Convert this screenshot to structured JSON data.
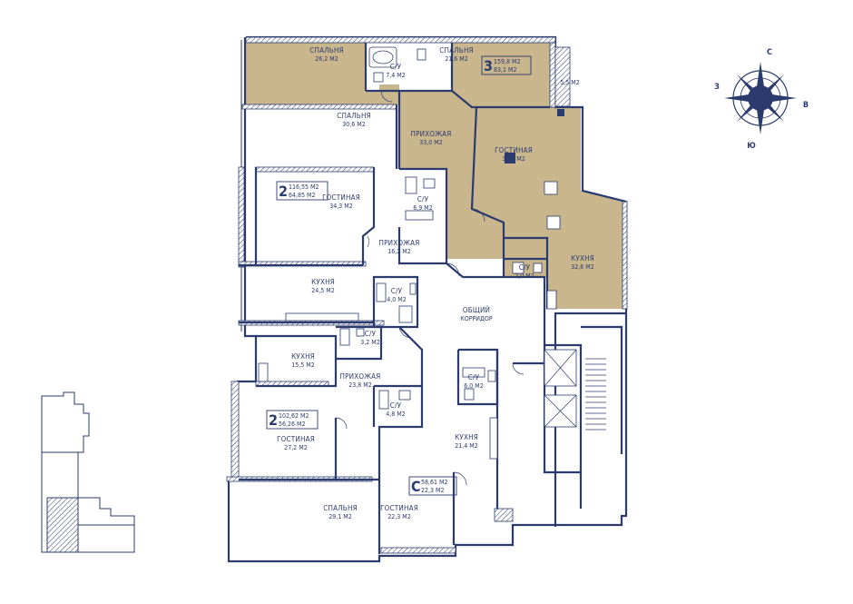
{
  "colors": {
    "line": "#2c3b6e",
    "selected_apartment": "#c9b68d",
    "background": "#ffffff"
  },
  "compass": {
    "north": "С",
    "south": "Ю",
    "east": "В",
    "west": "З"
  },
  "apartments": [
    {
      "number": "3",
      "total_area": "159,8 М2",
      "living_area": "83,1 М2"
    },
    {
      "number": "2",
      "total_area": "116,55 М2",
      "living_area": "64,85 М2"
    },
    {
      "number": "2",
      "total_area": "102,62 М2",
      "living_area": "56,26 М2"
    },
    {
      "number": "С",
      "total_area": "58,61 М2",
      "living_area": "22,3 М2"
    }
  ],
  "rooms": [
    {
      "name": "СПАЛЬНЯ",
      "area": "26,2 М2"
    },
    {
      "name": "С/У",
      "area": "7,4 М2"
    },
    {
      "name": "СПАЛЬНЯ",
      "area": "21,6 М2"
    },
    {
      "name": "",
      "area": "5,5 М2"
    },
    {
      "name": "СПАЛЬНЯ",
      "area": "30,6 М2"
    },
    {
      "name": "ПРИХОЖАЯ",
      "area": "33,0 М2"
    },
    {
      "name": "ГОСТИНАЯ",
      "area": "35,2 М2"
    },
    {
      "name": "ГОСТИНАЯ",
      "area": "34,3 М2"
    },
    {
      "name": "С/У",
      "area": "6,9 М2"
    },
    {
      "name": "ПРИХОЖАЯ",
      "area": "16,2 М2"
    },
    {
      "name": "С/У",
      "area": "2,0 М2"
    },
    {
      "name": "КУХНЯ",
      "area": "32,6 М2"
    },
    {
      "name": "КУХНЯ",
      "area": "24,5 М2"
    },
    {
      "name": "С/У",
      "area": "4,0 М2"
    },
    {
      "name": "ОБЩИЙ",
      "area": "КОРРИДОР"
    },
    {
      "name": "С/У",
      "area": "3,2 М2"
    },
    {
      "name": "КУХНЯ",
      "area": "15,5 М2"
    },
    {
      "name": "ПРИХОЖАЯ",
      "area": "23,8 М2"
    },
    {
      "name": "С/У",
      "area": "6,0 М2"
    },
    {
      "name": "С/У",
      "area": "4,8 М2"
    },
    {
      "name": "КУХНЯ",
      "area": "21,4 М2"
    },
    {
      "name": "ГОСТИНАЯ",
      "area": "27,2 М2"
    },
    {
      "name": "СПАЛЬНЯ",
      "area": "29,1 М2"
    },
    {
      "name": "ГОСТИНАЯ",
      "area": "22,3 М2"
    }
  ]
}
